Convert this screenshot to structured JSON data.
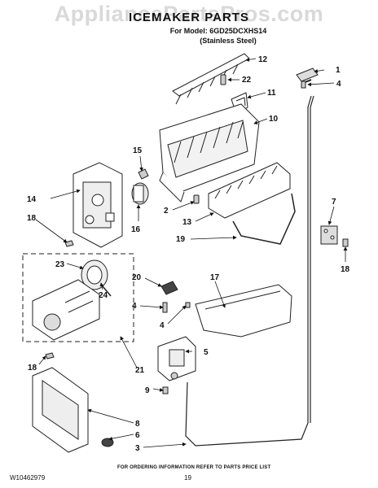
{
  "header": {
    "watermark": "AppliancePartsPros.com",
    "title": "ICEMAKER PARTS",
    "model_line": "For Model: 6GD25DCXHS14",
    "finish_line": "(Stainless Steel)"
  },
  "callouts": {
    "c1": "1",
    "c2": "2",
    "c3": "3",
    "c4a": "4",
    "c4b": "4",
    "c4c": "4",
    "c5": "5",
    "c6": "6",
    "c7": "7",
    "c8": "8",
    "c9": "9",
    "c10": "10",
    "c11": "11",
    "c12": "12",
    "c13": "13",
    "c14": "14",
    "c15": "15",
    "c16": "16",
    "c17": "17",
    "c18a": "18",
    "c18b": "18",
    "c18c": "18",
    "c19": "19",
    "c20": "20",
    "c21": "21",
    "c22": "22",
    "c23": "23",
    "c24": "24"
  },
  "footer": {
    "note": "FOR ORDERING INFORMATION REFER TO PARTS PRICE LIST",
    "doc_id": "W10462979",
    "page": "19"
  }
}
